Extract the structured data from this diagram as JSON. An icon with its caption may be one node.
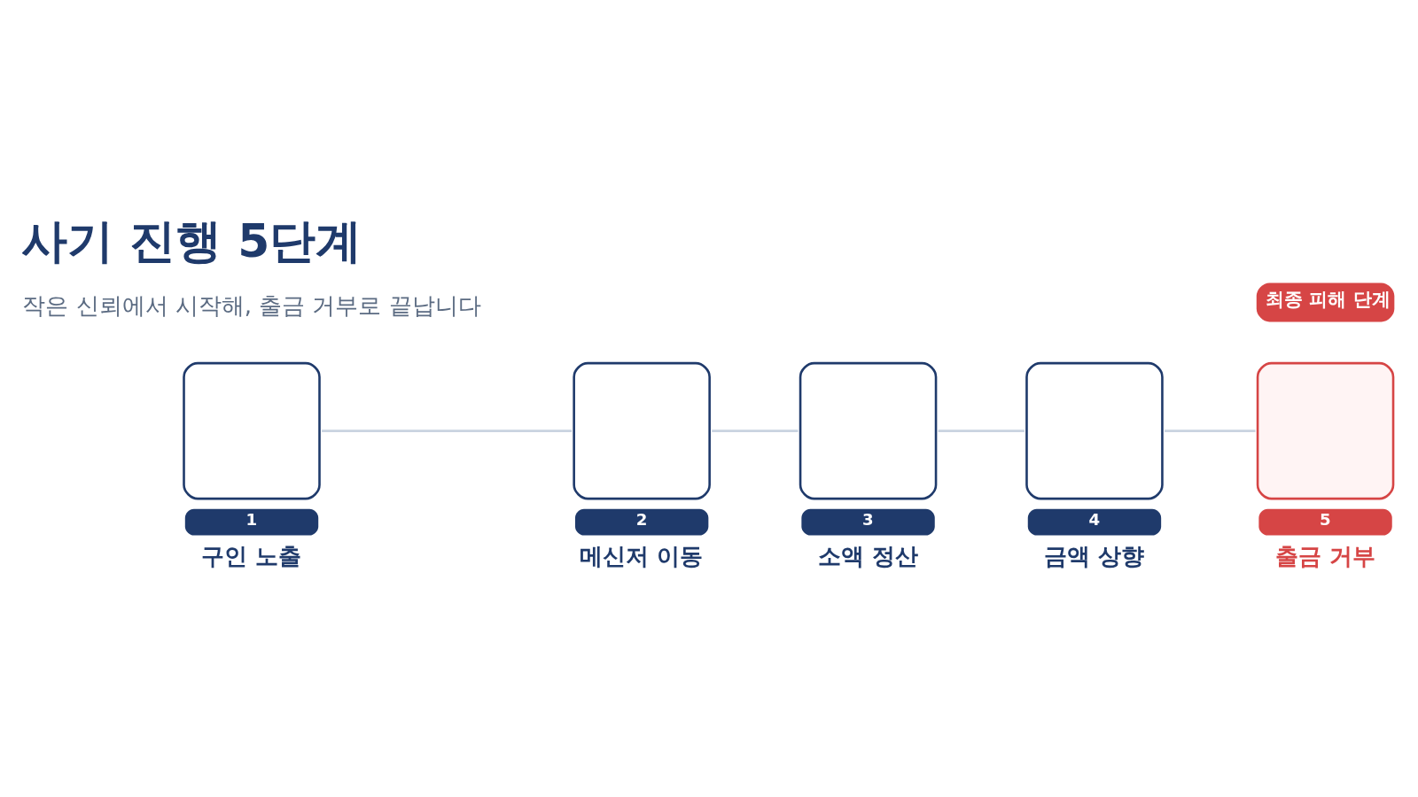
{
  "diagram": {
    "title": "사기 진행 5단계",
    "nodes": [
      {
        "text": [
          "1",
          "구인 노출"
        ]
      },
      {
        "text": [
          "2",
          "메신저 이동"
        ]
      },
      {
        "text": [
          "3",
          "소액 정산"
        ]
      },
      {
        "text": [
          "4",
          "금액 상향"
        ]
      },
      {
        "text": [
          "5",
          "출금 거부"
        ]
      }
    ],
    "edges": [
      {
        "from": 0,
        "to": 1,
        "arrow": "none"
      },
      {
        "from": 1,
        "to": 2,
        "arrow": "none"
      },
      {
        "from": 2,
        "to": 3,
        "arrow": "none"
      },
      {
        "from": 3,
        "to": 4,
        "arrow": "none"
      }
    ],
    "labels": [
      "작은 신뢰에서 시작해, 출금 거부로 끝납니다",
      "최종 피해 단계"
    ]
  }
}
